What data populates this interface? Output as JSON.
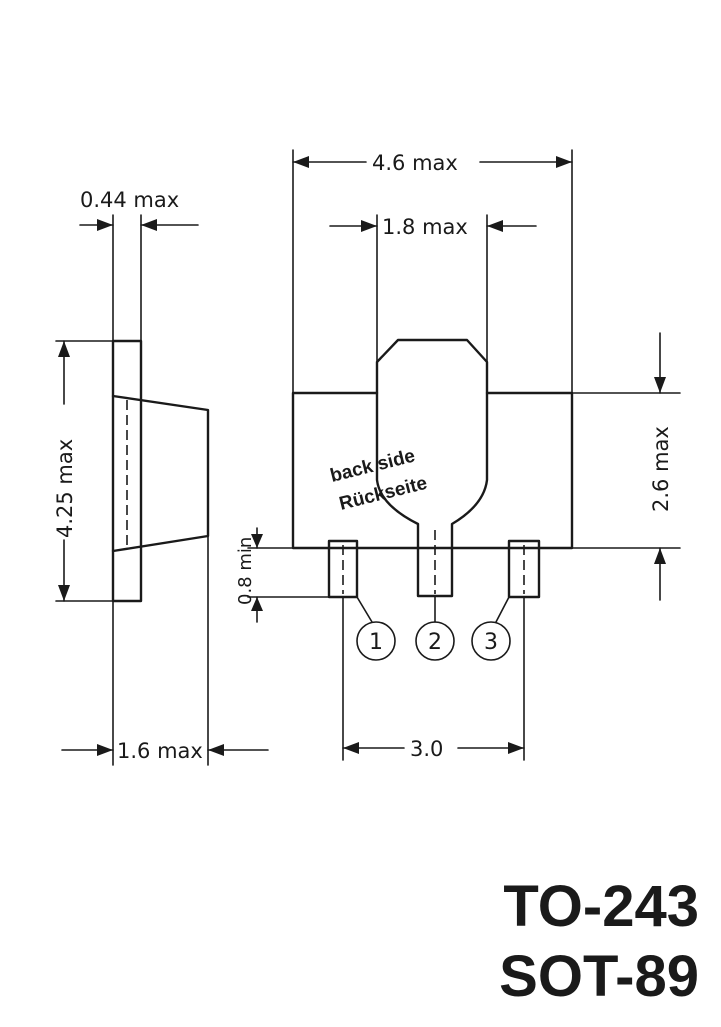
{
  "dimensions": {
    "overall_width": "4.6 max",
    "tab_width": "1.8 max",
    "lead_thickness": "0.44 max",
    "side_height": "4.25 max",
    "body_height": "2.6 max",
    "lead_min": "0.8 min",
    "side_thickness": "1.6 max",
    "pitch": "3.0"
  },
  "labels": {
    "back_side": "back side",
    "rueckseite": "Rückseite"
  },
  "pins": [
    "1",
    "2",
    "3"
  ],
  "package": {
    "name1": "TO-243",
    "name2": "SOT-89"
  }
}
